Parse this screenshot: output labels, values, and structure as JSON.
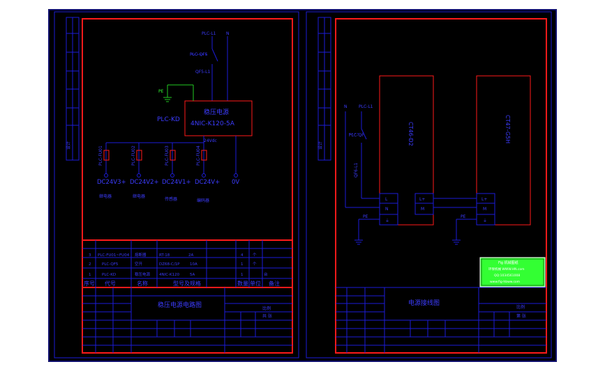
{
  "colors": {
    "background": "#000000",
    "frame": "#1c1cd8",
    "border": "#ff1a1a",
    "text": "#3c3cff",
    "ground": "#22cc22",
    "stamp": "#33ff33",
    "stamp_text": "#ffffff"
  },
  "left_sheet": {
    "plc_l1": "PLC-L1",
    "n_top": "N",
    "plc_qf5": "PLC-QF5",
    "qf5_l1": "QF5-L1",
    "pe": "PE",
    "plc_kd": "PLC-KD",
    "supply_cn": "稳压电源",
    "supply_model": "4NIC-K120-5A",
    "out_label": "24Vdc",
    "fuses": [
      "PLC-FU01",
      "PLC-FU02",
      "PLC-FU03",
      "PLC-FU04"
    ],
    "outputs": [
      "DC24V3+",
      "DC24V2+",
      "DC24V1+",
      "DC24V+",
      "0V"
    ],
    "notes": [
      "继电器",
      "继电器",
      "传感器",
      "编码器"
    ],
    "bom_rows": [
      {
        "no": "3",
        "code": "PLC-FU01~FU04",
        "name": "熔断器",
        "spec": "RT-18",
        "qty": "2A",
        "unit": "4",
        "n": "个"
      },
      {
        "no": "2",
        "code": "PLC-QF5",
        "name": "空开",
        "spec": "DZ68-C/1P",
        "qty": "10A",
        "unit": "1",
        "n": "个"
      },
      {
        "no": "1",
        "code": "PLC-KD",
        "name": "稳压电源",
        "spec": "4NIC-K120",
        "qty": "5A",
        "unit": "1",
        "n": "台"
      }
    ],
    "bom_header": [
      "序号",
      "代号",
      "名称",
      "型号及规格",
      "数量",
      "单位",
      "备注"
    ],
    "title": "稳压电源电路图"
  },
  "right_sheet": {
    "n_top": "N",
    "plc_l1": "PLC-L1",
    "plc_qf": "PLC-QF",
    "qf_l1": "QF6-L1",
    "unit1": "CT46-D2",
    "unit2": "CT47-G5H",
    "terms1": [
      "L",
      "N",
      "⏚"
    ],
    "terms_mid": [
      "L+",
      "M"
    ],
    "terms2": [
      "L+",
      "M",
      "⏚"
    ],
    "pe": "PE",
    "title": "电源接线图"
  },
  "title_block": {
    "ratio_label": "比例",
    "sheet_label": "共 张",
    "page_label": "第 张"
  },
  "stamp": {
    "line1": "Fig 机械图纸",
    "line2": "环保机械 WWW.HN.com",
    "line3": "QQ:1034561008",
    "line4": "www.fig-hbww.com"
  }
}
